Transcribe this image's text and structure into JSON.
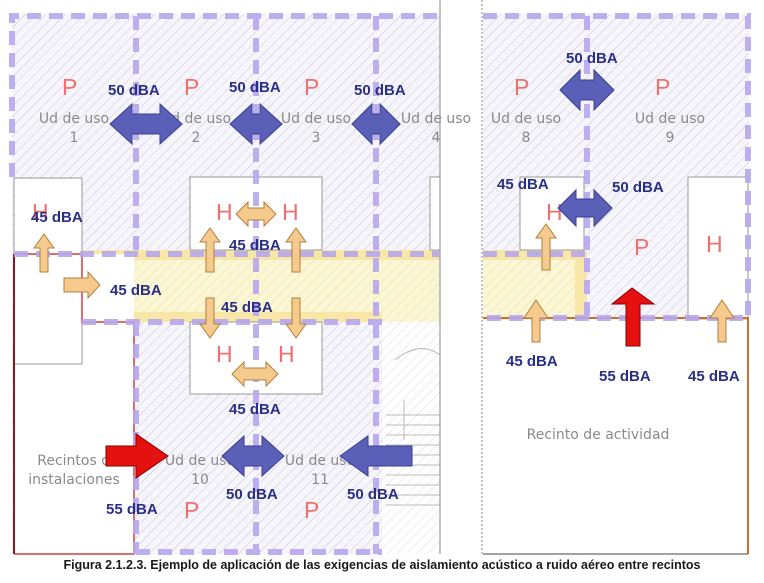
{
  "caption": "Figura 2.1.2.3. Ejemplo de aplicación de las exigencias de aislamiento acústico a ruido aéreo entre recintos",
  "colors": {
    "purple_dash": "#b7a7ee",
    "navy_text": "#2a2f86",
    "room_letter": "#f07070",
    "blue_arrow": "#5a5fb8",
    "orange_arrow": "#f6ca8c",
    "red_arrow": "#e51010",
    "corridor": "#fdf6c8"
  },
  "units": [
    {
      "name": "Ud de uso",
      "num": "1"
    },
    {
      "name": "Ud de uso",
      "num": "2"
    },
    {
      "name": "Ud de uso",
      "num": "3"
    },
    {
      "name": "Ud de uso",
      "num": "4"
    },
    {
      "name": "Ud de uso",
      "num": "8"
    },
    {
      "name": "Ud de uso",
      "num": "9"
    },
    {
      "name": "Ud de uso",
      "num": "10"
    },
    {
      "name": "Ud de uso",
      "num": "11"
    }
  ],
  "installations_label": {
    "line1": "Recintos de",
    "line2": "instalaciones"
  },
  "activity_label": "Recinto de actividad",
  "letters": {
    "protected": "P",
    "habitable": "H"
  },
  "values": {
    "v_50_1_2": "50 dBA",
    "v_50_2_3": "50 dBA",
    "v_50_3_4": "50 dBA",
    "v_50_8_9": "50 dBA",
    "v_45_left": "45 dBA",
    "v_45_corr_left": "45 dBA",
    "v_45_hh_top": "45 dBA",
    "v_45_mid": "45 dBA",
    "v_45_hh_bottom": "45 dBA",
    "v_50_10_11": "50 dBA",
    "v_50_11_right": "50 dBA",
    "v_55_left": "55 dBA",
    "v_45_right_top": "45 dBA",
    "v_50_right_h": "50 dBA",
    "v_45_right_bottom": "45 dBA",
    "v_55_right": "55 dBA",
    "v_45_far_right": "45 dBA"
  }
}
